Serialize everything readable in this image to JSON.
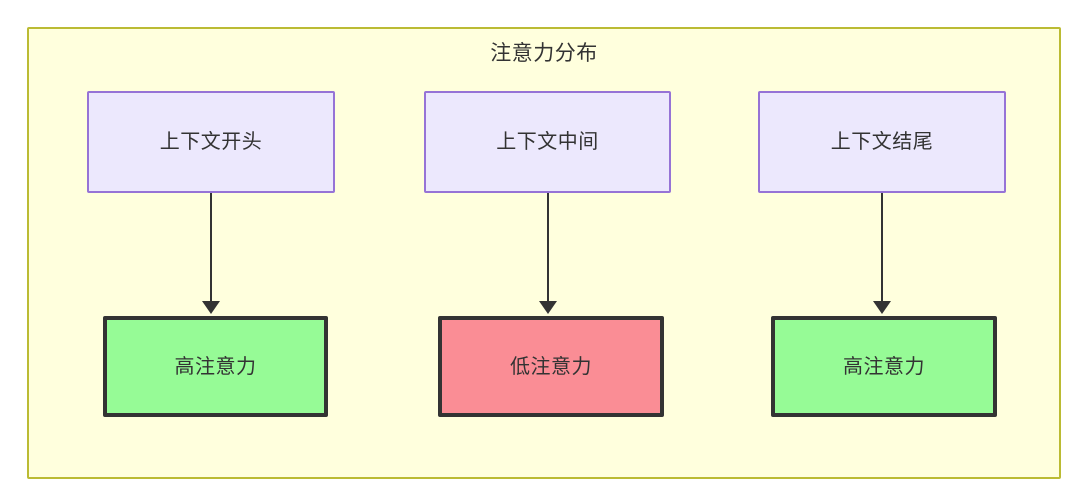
{
  "diagram": {
    "title": "注意力分布",
    "type": "flowchart",
    "container": {
      "name": "attention-distribution-group",
      "fill_color": "#FFFFDD",
      "border_color": "#BBBB33"
    },
    "colors": {
      "source_fill": "#ECE8FD",
      "source_border": "#9673D6",
      "high_fill": "#96FB96",
      "low_fill": "#FA8D95",
      "result_border": "#333333",
      "arrow": "#333333",
      "text": "#333333"
    },
    "columns": [
      {
        "id": "start",
        "source": {
          "label": "上下文开头"
        },
        "result": {
          "label": "高注意力",
          "level": "high"
        },
        "edge": {
          "label": ""
        }
      },
      {
        "id": "middle",
        "source": {
          "label": "上下文中间"
        },
        "result": {
          "label": "低注意力",
          "level": "low"
        },
        "edge": {
          "label": ""
        }
      },
      {
        "id": "end",
        "source": {
          "label": "上下文结尾"
        },
        "result": {
          "label": "高注意力",
          "level": "high"
        },
        "edge": {
          "label": ""
        }
      }
    ]
  }
}
